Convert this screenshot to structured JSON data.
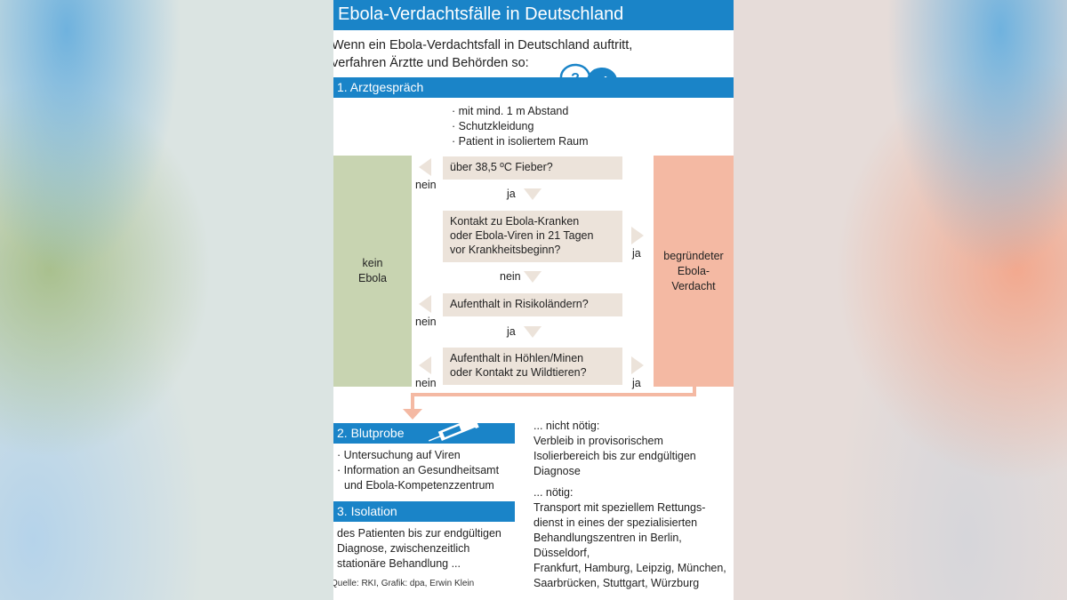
{
  "header": {
    "title": "Ebola-Verdachtsfälle in Deutschland"
  },
  "intro": {
    "line1": "Wenn ein Ebola-Verdachtsfall in Deutschland auftritt,",
    "line2": "verfahren Ärztte und Behörden so:"
  },
  "icons": {
    "question": "?",
    "exclamation": "!"
  },
  "section1": {
    "label": "1. Arztgespräch",
    "bullets": [
      "· mit mind. 1 m Abstand",
      "· Schutzkleidung",
      "· Patient in isoliertem Raum"
    ]
  },
  "flow": {
    "q1": "über 38,5 ºC Fieber?",
    "q2_line1": "Kontakt zu Ebola-Kranken",
    "q2_line2": "oder Ebola-Viren in 21 Tagen",
    "q2_line3": "vor Krankheitsbeginn?",
    "q3": "Aufenthalt in Risikoländern?",
    "q4_line1": "Aufenthalt in Höhlen/Minen",
    "q4_line2": "oder Kontakt zu Wildtieren?",
    "nein": "nein",
    "ja": "ja",
    "left_box_line1": "kein",
    "left_box_line2": "Ebola",
    "right_box_line1": "begründeter",
    "right_box_line2": "Ebola-",
    "right_box_line3": "Verdacht"
  },
  "section2": {
    "label": "2. Blutprobe",
    "bullet1": "· Untersuchung auf Viren",
    "bullet2_line1": "· Information an Gesundheitsamt",
    "bullet2_line2": "und Ebola-Kompetenzzentrum"
  },
  "section3": {
    "label": "3. Isolation",
    "line1": "des Patienten bis zur endgültigen",
    "line2": "Diagnose, zwischenzeitlich",
    "line3": "stationäre Behandlung ..."
  },
  "right_col": {
    "not_needed_head": "... nicht nötig:",
    "not_needed_1": "Verbleib in provisorischem",
    "not_needed_2": "Isolierbereich bis zur endgültigen",
    "not_needed_3": "Diagnose",
    "needed_head": "... nötig:",
    "needed_1": "Transport mit speziellem Rettungs-",
    "needed_2": "dienst in eines der spezialisierten",
    "needed_3": "Behandlungszentren in Berlin, Düsseldorf,",
    "needed_4": "Frankfurt, Hamburg, Leipzig, München,",
    "needed_5": "Saarbrücken, Stuttgart, Würzburg"
  },
  "footer": {
    "source": "Quelle: RKI, Grafik: dpa, Erwin Klein"
  },
  "colors": {
    "accent_blue": "#1a84c8",
    "green_box": "#c8d4b1",
    "red_box": "#f4b9a3",
    "question_box": "#ece3da"
  }
}
